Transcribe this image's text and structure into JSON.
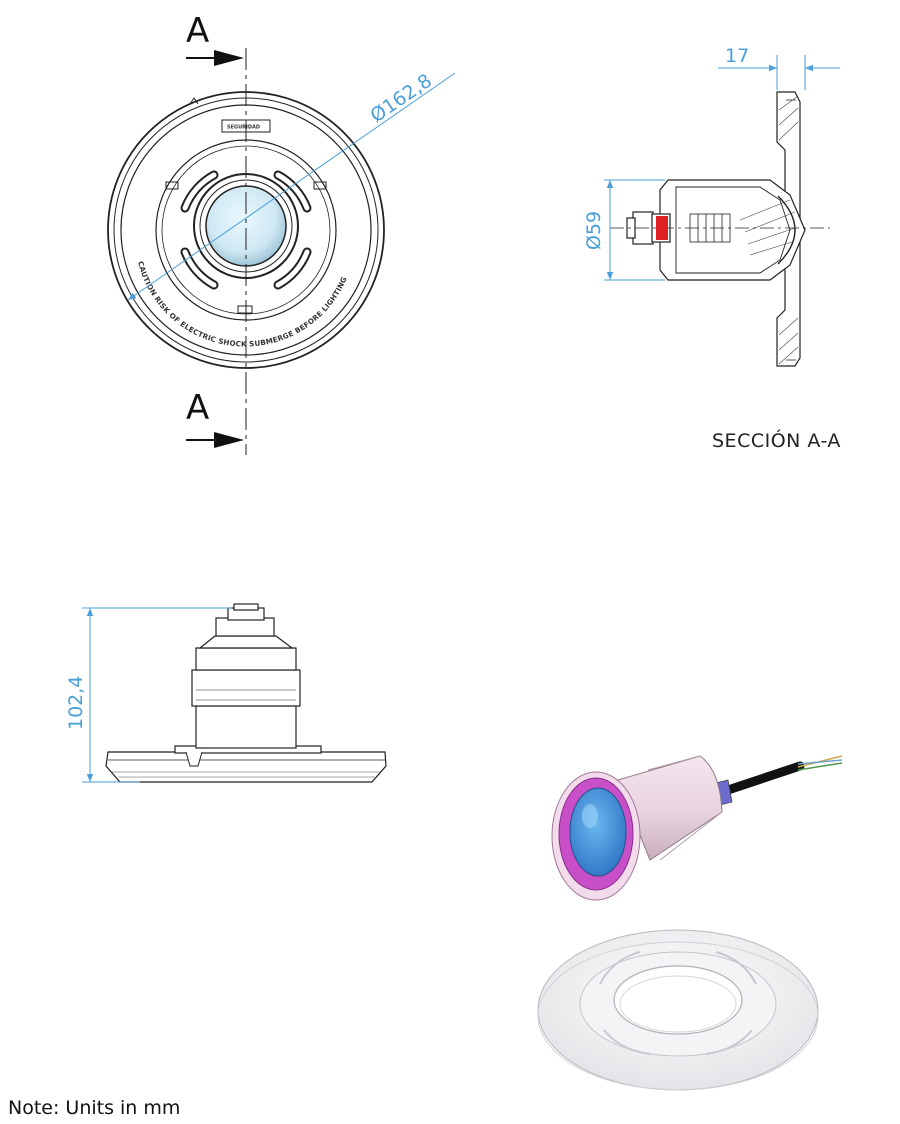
{
  "views": {
    "front": {
      "section_marker_top": "A",
      "section_marker_bottom": "A",
      "diameter_dim": "Ø162,8",
      "plate_label": "SEGURIDAD",
      "caution_text": "CAUTION RISK OF ELECTRIC SHOCK SUBMERGE BEFORE LIGHTING"
    },
    "section": {
      "title": "SECCIÓN A-A",
      "depth_dim": "17",
      "diameter_dim": "Ø59"
    },
    "side": {
      "height_dim": "102,4"
    }
  },
  "colors": {
    "dimension": "#4a9fd8",
    "lens": "#3a86d0",
    "ring": "#c84fc8",
    "contact": "#e02020"
  },
  "footer": {
    "note": "Note: Units in mm"
  }
}
